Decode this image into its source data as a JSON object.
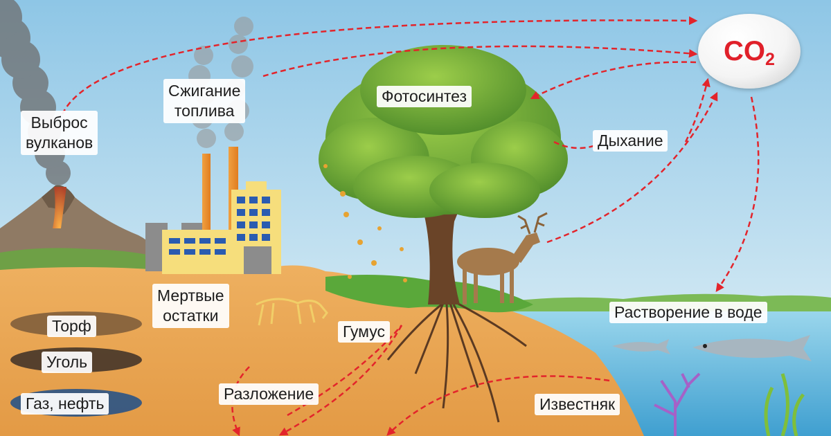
{
  "co2": {
    "main": "CO",
    "sub": "2"
  },
  "labels": {
    "volcano": [
      "Выброс",
      "вулканов"
    ],
    "fuel": [
      "Сжигание",
      "топлива"
    ],
    "photosynthesis": "Фотосинтез",
    "respiration": "Дыхание",
    "dissolution": "Растворение в воде",
    "dead_remains": [
      "Мертвые",
      "остатки"
    ],
    "humus": "Гумус",
    "decomposition": "Разложение",
    "limestone": "Известняк",
    "peat": "Торф",
    "coal": "Уголь",
    "gas_oil": "Газ, нефть"
  },
  "colors": {
    "arrow": "#e3242b",
    "sky_top": "#8ec6e6",
    "sky_bottom": "#e3f2f8",
    "soil": "#e6a04c",
    "water": "#6fc0e0",
    "grass": "#5aa83a",
    "factory_wall": "#f6de7c",
    "window": "#2a5bb0"
  }
}
